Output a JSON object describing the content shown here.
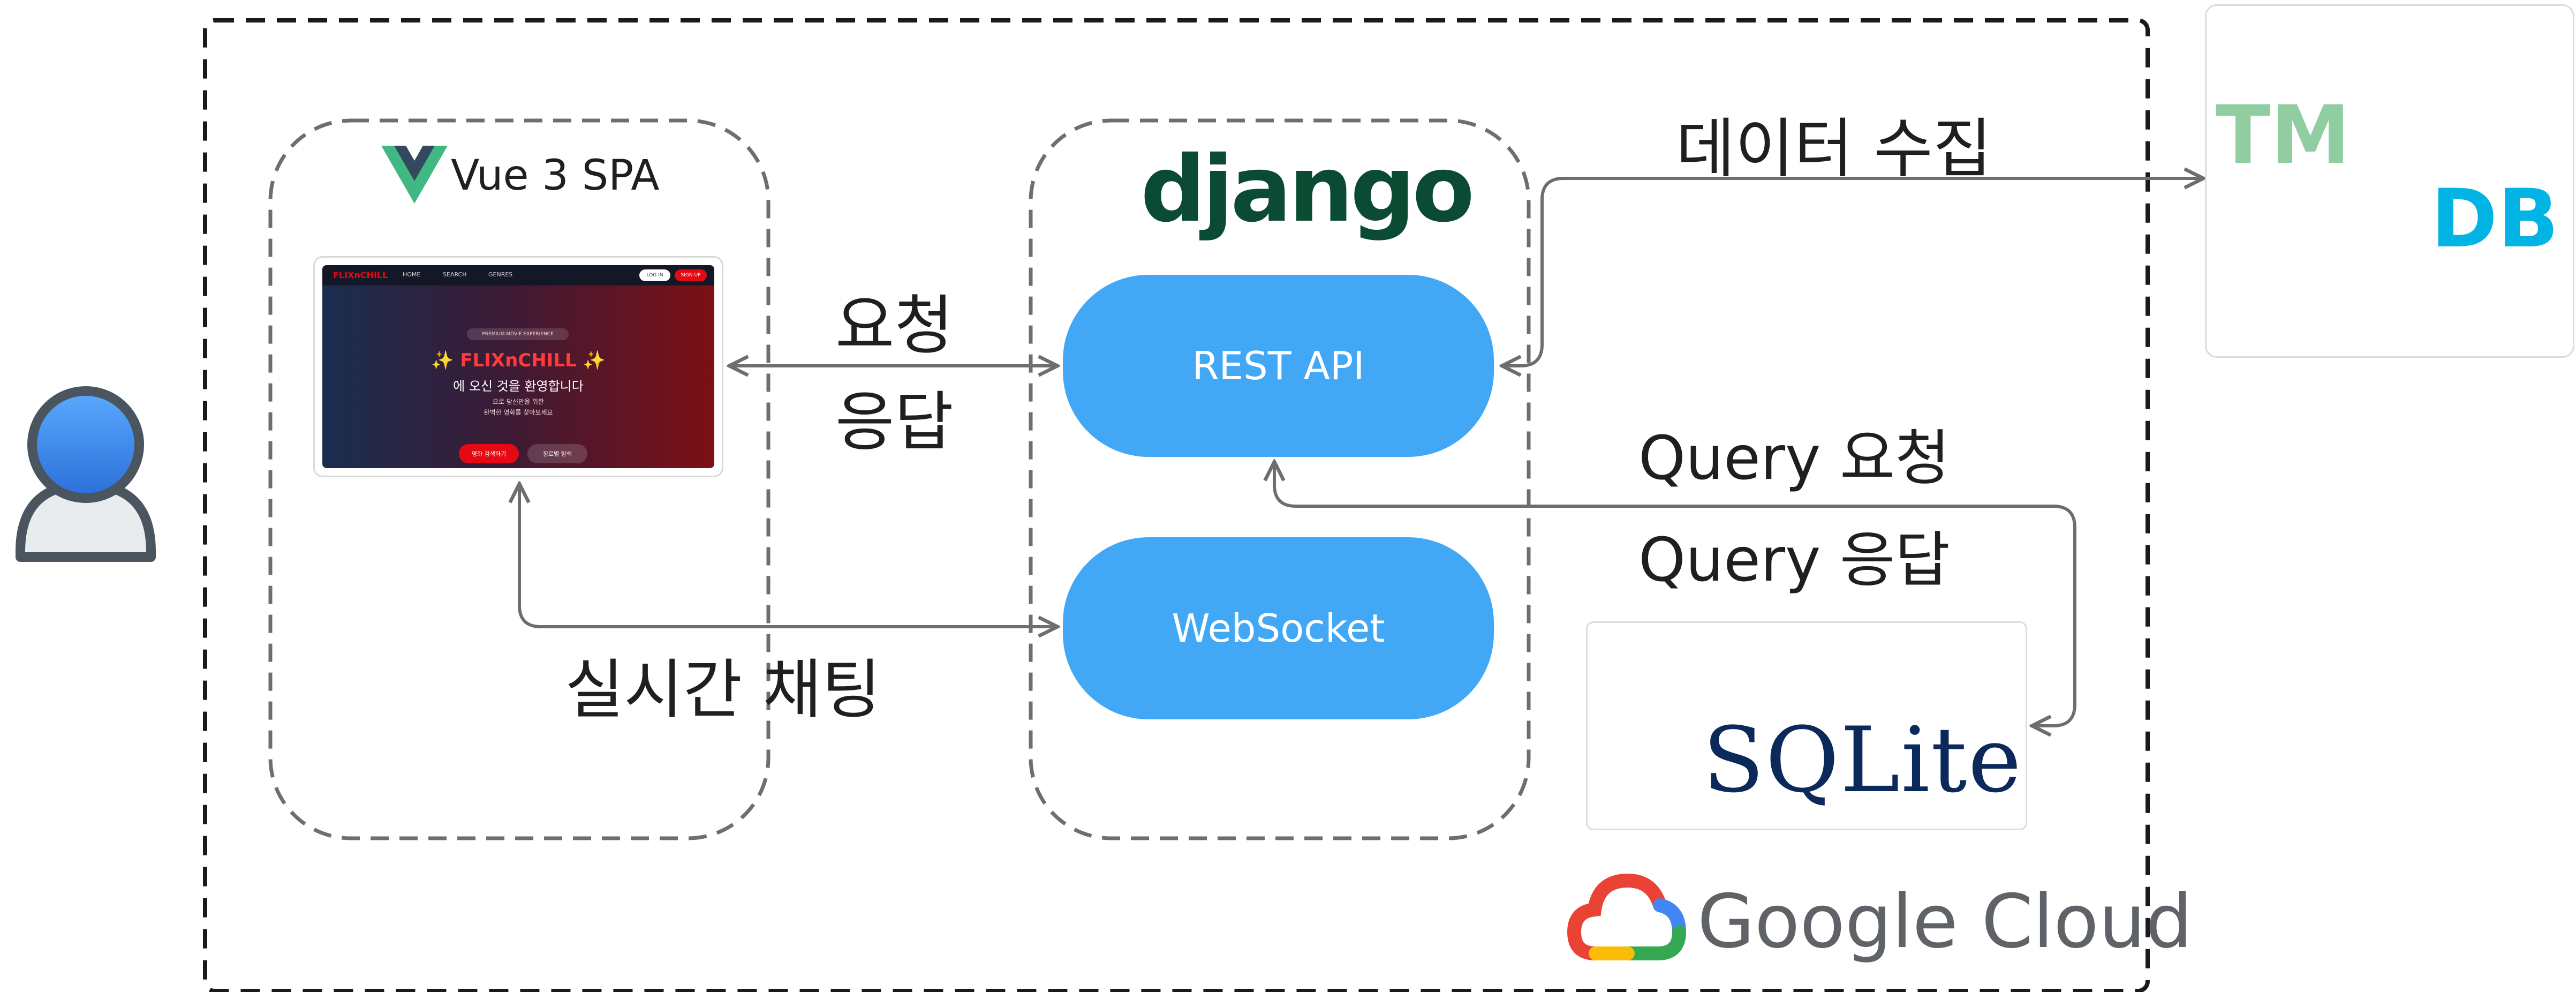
{
  "frontend": {
    "title": "Vue 3 SPA",
    "screenshot": {
      "brand": "FLIXnCHILL",
      "nav_home": "HOME",
      "nav_search": "SEARCH",
      "nav_genres": "GENRES",
      "login_label": "LOG IN",
      "signup_label": "SIGN UP",
      "badge_text": "PREMIUM MOVIE EXPERIENCE",
      "hero_brand": "FLIXnCHILL",
      "welcome_text": "에 오신 것을 환영합니다",
      "subtitle_line1": "으로 당신만을 위한",
      "subtitle_line2": "완벽한 영화를 찾아보세요",
      "cta_primary": "영화 검색하기",
      "cta_secondary": "장르별 탐색"
    }
  },
  "backend": {
    "framework": "django",
    "rest_api_label": "REST API",
    "websocket_label": "WebSocket"
  },
  "edges": {
    "request": "요청",
    "response": "응답",
    "realtime_chat": "실시간 채팅",
    "data_collection": "데이터 수집",
    "query_request": "Query 요청",
    "query_response": "Query 응답"
  },
  "external": {
    "tmdb_top": "TM",
    "tmdb_bottom": "DB",
    "database": "SQLite",
    "cloud": "Google Cloud"
  },
  "colors": {
    "pill": "#42a8f5",
    "django_green": "#0c4b33",
    "tmdb_green": "#90cea1",
    "tmdb_blue": "#01b4e4",
    "vue_green": "#41b883",
    "vue_dark": "#35495e",
    "sqlite_navy": "#0b2a5b"
  }
}
